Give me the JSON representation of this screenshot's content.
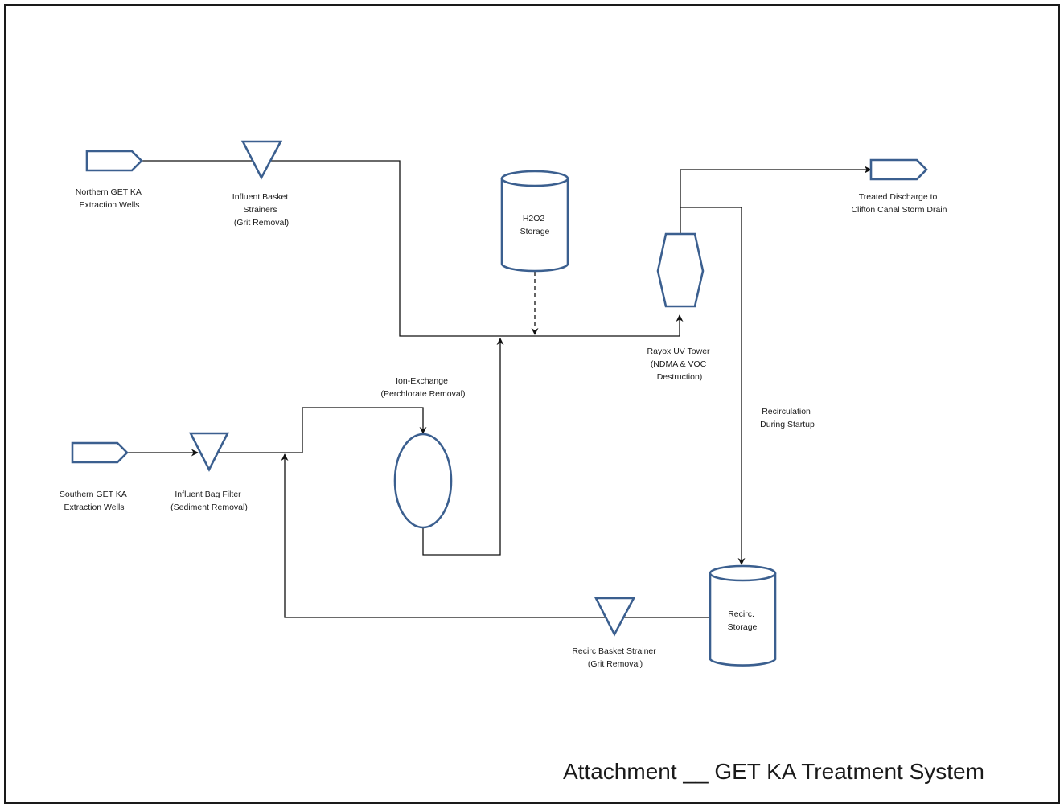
{
  "nodes": {
    "north_wells": [
      "Northern GET KA",
      "Extraction Wells"
    ],
    "basket_strainers": [
      "Influent Basket",
      "Strainers",
      "(Grit Removal)"
    ],
    "h2o2": [
      "H2O2",
      "Storage"
    ],
    "treated_discharge": [
      "Treated Discharge to",
      "Clifton Canal Storm Drain"
    ],
    "rayox": [
      "Rayox UV Tower",
      "(NDMA & VOC",
      "Destruction)"
    ],
    "ion_exchange": [
      "Ion-Exchange",
      "(Perchlorate Removal)"
    ],
    "recirculation": [
      "Recirculation",
      "During Startup"
    ],
    "south_wells": [
      "Southern GET KA",
      "Extraction Wells"
    ],
    "bag_filter": [
      "Influent Bag Filter",
      "(Sediment Removal)"
    ],
    "recirc_storage": [
      "Recirc.",
      "Storage"
    ],
    "recirc_strainer": [
      "Recirc Basket Strainer",
      "(Grit Removal)"
    ]
  },
  "footer": {
    "title": "Attachment __ GET KA Treatment System"
  }
}
